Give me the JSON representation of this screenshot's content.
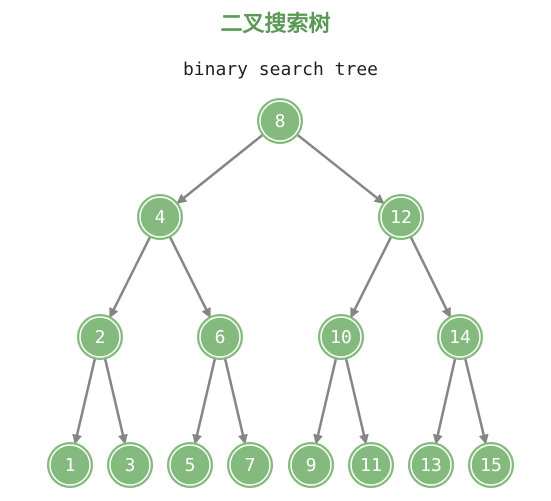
{
  "title": "二叉搜索树",
  "subtitle": "binary search tree",
  "colors": {
    "title": "#5a9a55",
    "subtitle": "#1f1f1f",
    "node_fill": "#84ba7d",
    "node_ring": "#ffffff",
    "node_border": "#84ba7d",
    "edge": "#858585",
    "node_text": "#ffffff"
  },
  "tree": {
    "type": "binary-search-tree",
    "nodes": [
      {
        "id": "n8",
        "label": "8"
      },
      {
        "id": "n4",
        "label": "4"
      },
      {
        "id": "n12",
        "label": "12"
      },
      {
        "id": "n2",
        "label": "2"
      },
      {
        "id": "n6",
        "label": "6"
      },
      {
        "id": "n10",
        "label": "10"
      },
      {
        "id": "n14",
        "label": "14"
      },
      {
        "id": "n1",
        "label": "1"
      },
      {
        "id": "n3",
        "label": "3"
      },
      {
        "id": "n5",
        "label": "5"
      },
      {
        "id": "n7",
        "label": "7"
      },
      {
        "id": "n9",
        "label": "9"
      },
      {
        "id": "n11",
        "label": "11"
      },
      {
        "id": "n13",
        "label": "13"
      },
      {
        "id": "n15",
        "label": "15"
      }
    ],
    "edges": [
      {
        "from": "n8",
        "to": "n4"
      },
      {
        "from": "n8",
        "to": "n12"
      },
      {
        "from": "n4",
        "to": "n2"
      },
      {
        "from": "n4",
        "to": "n6"
      },
      {
        "from": "n12",
        "to": "n10"
      },
      {
        "from": "n12",
        "to": "n14"
      },
      {
        "from": "n2",
        "to": "n1"
      },
      {
        "from": "n2",
        "to": "n3"
      },
      {
        "from": "n6",
        "to": "n5"
      },
      {
        "from": "n6",
        "to": "n7"
      },
      {
        "from": "n10",
        "to": "n9"
      },
      {
        "from": "n10",
        "to": "n11"
      },
      {
        "from": "n14",
        "to": "n13"
      },
      {
        "from": "n14",
        "to": "n15"
      }
    ]
  }
}
